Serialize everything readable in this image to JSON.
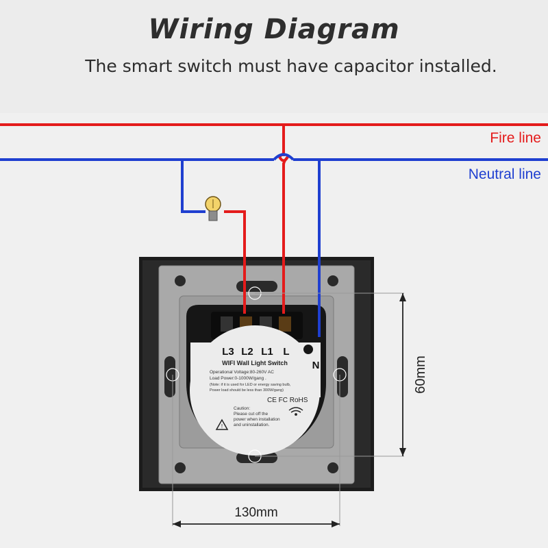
{
  "header": {
    "title": "Wiring Diagram",
    "subtitle": "The smart switch must have capacitor installed."
  },
  "lines": {
    "fire_label": "Fire line",
    "neutral_label": "Neutral line",
    "fire_color": "#e41b1b",
    "neutral_color": "#1f3fd0"
  },
  "switch": {
    "terminals": [
      "L3",
      "L2",
      "L1",
      "L"
    ],
    "neutral_terminal": "N",
    "module_title": "WIFI Wall Light Switch",
    "specs": [
      "Operational Voltage:80-260V AC",
      "Load Power:0-1000W/gang .",
      "(Note: if it is used for LED or energy saving bulb,",
      "Power load should be less than 300W/gang)"
    ],
    "certifications": "CE FC RoHS",
    "caution_title": "Caution:",
    "caution_lines": [
      "Please cut off the",
      "power when installation",
      "and uninstallation."
    ]
  },
  "dimensions": {
    "height": "60mm",
    "width": "130mm"
  },
  "icons": {
    "bulb": "light-bulb-icon",
    "warning": "warning-triangle-icon",
    "wifi": "wifi-icon"
  }
}
